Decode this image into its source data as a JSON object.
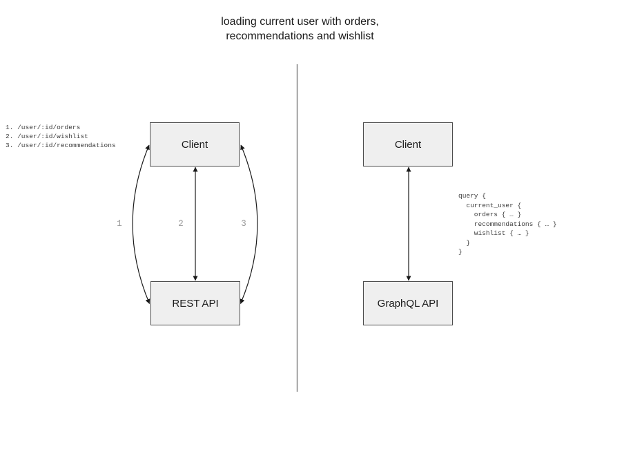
{
  "title": {
    "line1": "loading current user with orders,",
    "line2": "recommendations and wishlist"
  },
  "rest_panel": {
    "client_label": "Client",
    "api_label": "REST API",
    "endpoints": [
      "1. /user/:id/orders",
      "2. /user/:id/wishlist",
      "3. /user/:id/recommendations"
    ],
    "arrow_labels": [
      "1",
      "2",
      "3"
    ]
  },
  "graphql_panel": {
    "client_label": "Client",
    "api_label": "GraphQL API",
    "query_lines": [
      "query {",
      "  current_user {",
      "    orders { … }",
      "    recommendations { … }",
      "    wishlist { … }",
      "  }",
      "}"
    ]
  },
  "colors": {
    "box_fill": "#efefef",
    "box_border": "#4d4d4d",
    "arrow": "#1a1a1a",
    "divider": "#7f7f7f",
    "arrow_label_text": "#999999",
    "code_text": "#3d3d3d",
    "title_text": "#1a1a1a"
  }
}
